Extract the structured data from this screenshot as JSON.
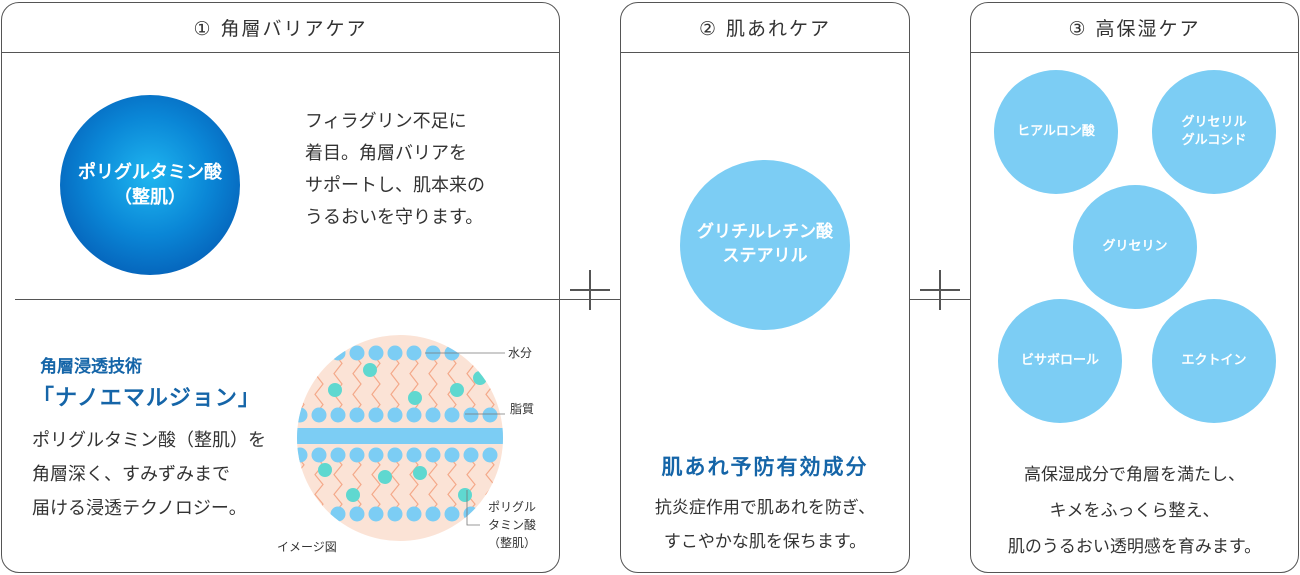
{
  "panel1": {
    "title": "① 角層バリアケア",
    "sphere_line1": "ポリグルタミン酸",
    "sphere_line2": "（整肌）",
    "desc_lines": [
      "フィラグリン不足に",
      "着目。角層バリアを",
      "サポートし、肌本来の",
      "うるおいを守ります。"
    ],
    "tech_sub": "角層浸透技術",
    "tech_name": "「ナノエマルジョン」",
    "tech_desc_lines": [
      "ポリグルタミン酸（整肌）を",
      "角層深く、すみずみまで",
      "届ける浸透テクノロジー。"
    ],
    "diagram": {
      "label_water": "水分",
      "label_lipid": "脂質",
      "label_pga_lines": [
        "ポリグル",
        "タミン酸",
        "（整肌）"
      ],
      "label_image": "イメージ図"
    }
  },
  "panel2": {
    "title": "② 肌あれケア",
    "circle_line1": "グリチルレチン酸",
    "circle_line2": "ステアリル",
    "heading": "肌あれ予防有効成分",
    "desc_lines": [
      "抗炎症作用で肌あれを防ぎ、",
      "すこやかな肌を保ちます。"
    ]
  },
  "panel3": {
    "title": "③ 高保湿ケア",
    "ingredients": [
      {
        "lines": [
          "ヒアルロン酸"
        ]
      },
      {
        "lines": [
          "グリセリル",
          "グルコシド"
        ]
      },
      {
        "lines": [
          "グリセリン"
        ]
      },
      {
        "lines": [
          "ビサボロール"
        ]
      },
      {
        "lines": [
          "エクトイン"
        ]
      }
    ],
    "desc_lines": [
      "高保湿成分で角層を満たし、",
      "キメをふっくら整え、",
      "肌のうるおい透明感を育みます。"
    ]
  },
  "colors": {
    "accent_blue": "#1565a8",
    "light_blue": "#7ccdf4",
    "sphere_blue": "#0a86d6",
    "diagram_peach": "#fbe3d6",
    "diagram_teal": "#5fd8d0"
  }
}
